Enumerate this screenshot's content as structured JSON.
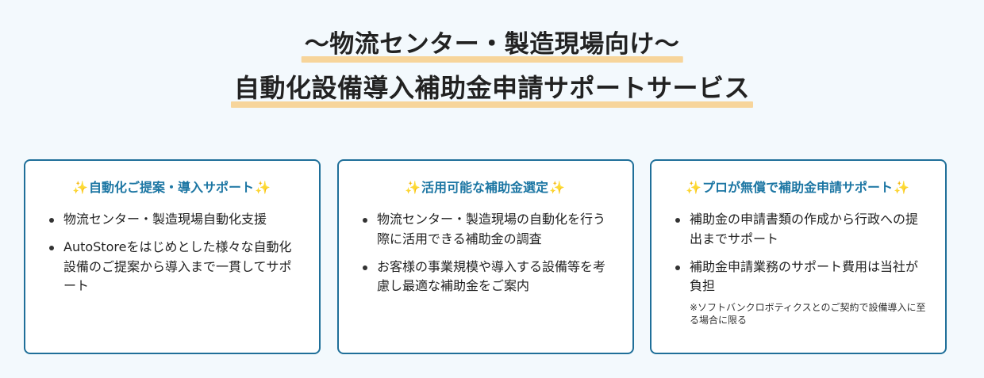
{
  "hero": {
    "line1": "〜物流センター・製造現場向け〜",
    "line2": "自動化設備導入補助金申請サポートサービス"
  },
  "cards": [
    {
      "icon_left": "✨",
      "title": "自動化ご提案・導入サポート",
      "icon_right": "✨",
      "bullets": [
        "物流センター・製造現場自動化支援",
        "AutoStoreをはじめとした様々な自動化設備のご提案から導入まで一貫してサポート"
      ]
    },
    {
      "icon_left": "✨",
      "title": "活用可能な補助金選定",
      "icon_right": "✨",
      "bullets": [
        "物流センター・製造現場の自動化を行う際に活用できる補助金の調査",
        "お客様の事業規模や導入する設備等を考慮し最適な補助金をご案内"
      ]
    },
    {
      "icon_left": "✨",
      "title": "プロが無償で補助金申請サポート",
      "icon_right": "✨",
      "bullets": [
        "補助金の申請書類の作成から行政への提出までサポート",
        "補助金申請業務のサポート費用は当社が負担"
      ],
      "note": "※ソフトバンクロボティクスとのご契約で設備導入に至る場合に限る"
    }
  ],
  "colors": {
    "accent": "#1c76a3",
    "border": "#1f6f99",
    "highlight": "#f7d59b",
    "background": "#f3f9fd"
  },
  "icons": {
    "sparkle": "sparkles-icon"
  }
}
